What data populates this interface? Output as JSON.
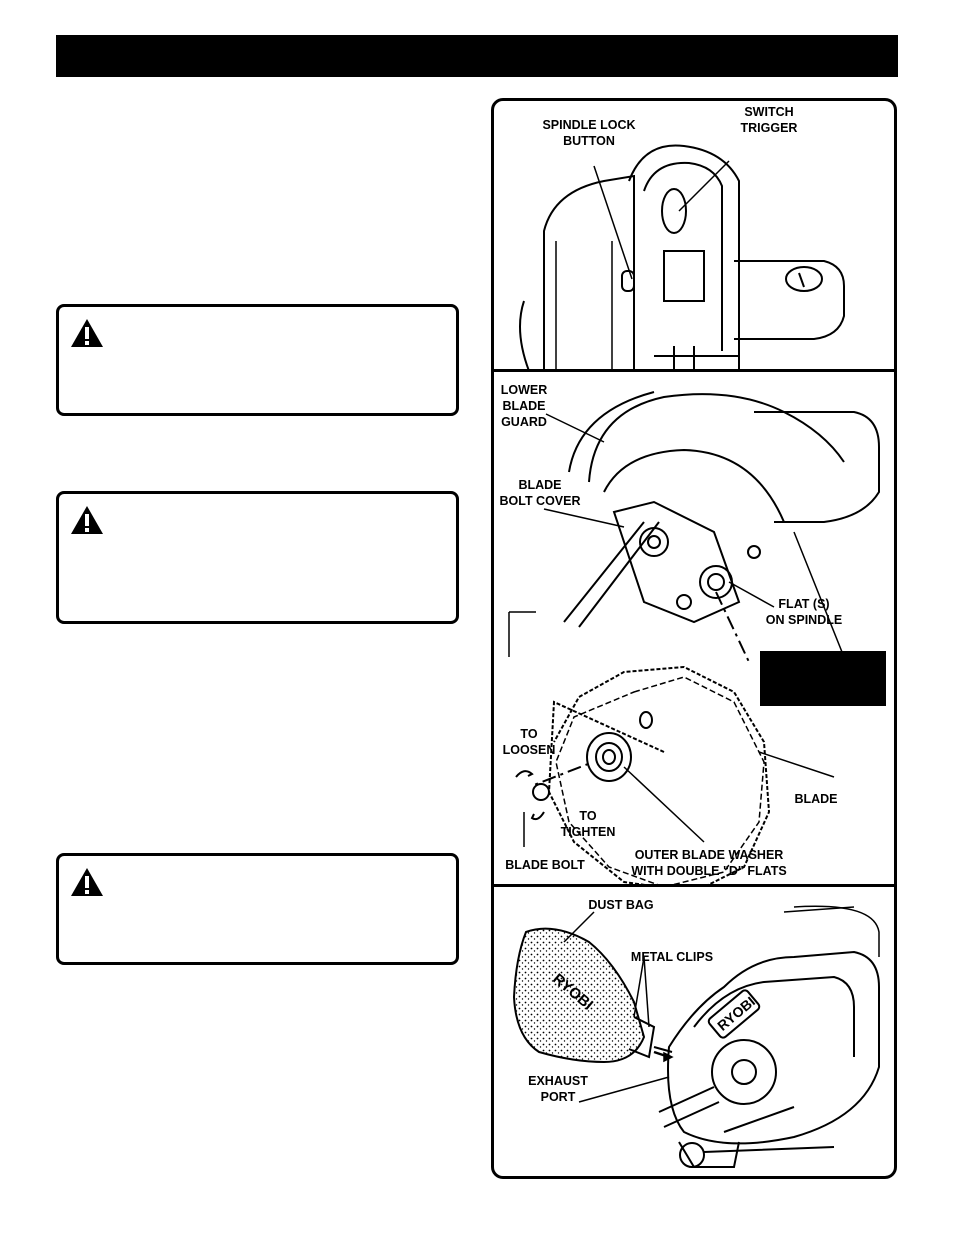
{
  "figure": {
    "panel1": {
      "spindle_lock_button": "SPINDLE LOCK\nBUTTON",
      "switch_trigger": "SWITCH\nTRIGGER"
    },
    "panel2": {
      "lower_blade_guard": "LOWER\nBLADE\nGUARD",
      "blade_bolt_cover": "BLADE\nBOLT COVER",
      "flat_on_spindle": "FLAT (S)\nON SPINDLE",
      "to_loosen": "TO\nLOOSEN",
      "to_tighten": "TO\nTIGHTEN",
      "blade": "BLADE",
      "blade_bolt": "BLADE BOLT",
      "outer_blade_washer": "OUTER BLADE WASHER\nWITH DOUBLE \"D\" FLATS"
    },
    "panel3": {
      "dust_bag": "DUST BAG",
      "metal_clips": "METAL CLIPS",
      "exhaust_port": "EXHAUST\nPORT",
      "brand_logo": "RYOBI"
    }
  },
  "icons": [
    "warning-icon"
  ],
  "colors": {
    "ink": "#000000",
    "paper": "#ffffff"
  }
}
